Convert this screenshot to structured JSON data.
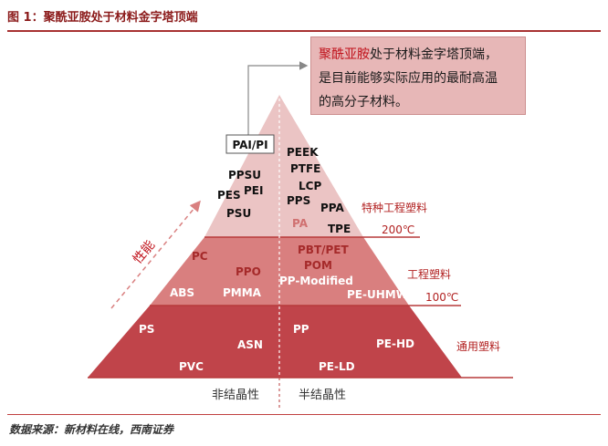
{
  "title": "图 1：聚酰亚胺处于材料金字塔顶端",
  "callout": {
    "highlight": "聚酰亚胺",
    "line1_rest": "处于材料金字塔顶端，",
    "line2": "是目前能够实际应用的最耐高温",
    "line3": "的高分子材料。"
  },
  "axis_label": "性能",
  "tiers": {
    "top": {
      "name": "特种工程塑料",
      "temp": "200℃",
      "peak_label": "PAI/PI",
      "amorphous": [
        "PPSU",
        "PEI",
        "PES",
        "PSU"
      ],
      "semicrystalline": [
        "PEEK",
        "PTFE",
        "LCP",
        "PPS",
        "PPA",
        "PA",
        "TPE"
      ]
    },
    "middle": {
      "name": "工程塑料",
      "temp": "100℃",
      "amorphous": [
        "PC",
        "PPO",
        "ABS",
        "PMMA"
      ],
      "semicrystalline": [
        "PBT/PET",
        "POM",
        "PP-Modified",
        "PE-UHMW"
      ]
    },
    "bottom": {
      "name": "通用塑料",
      "amorphous": [
        "PS",
        "ASN",
        "PVC"
      ],
      "semicrystalline": [
        "PP",
        "PE-HD",
        "PE-LD"
      ]
    }
  },
  "bottom_labels": {
    "left": "非结晶性",
    "right": "半结晶性"
  },
  "colors": {
    "top": "#ebc4c4",
    "middle": "#d97f7f",
    "bottom": "#c0444a",
    "accent": "#c0121b"
  },
  "source": "数据来源：新材料在线，西南证券"
}
